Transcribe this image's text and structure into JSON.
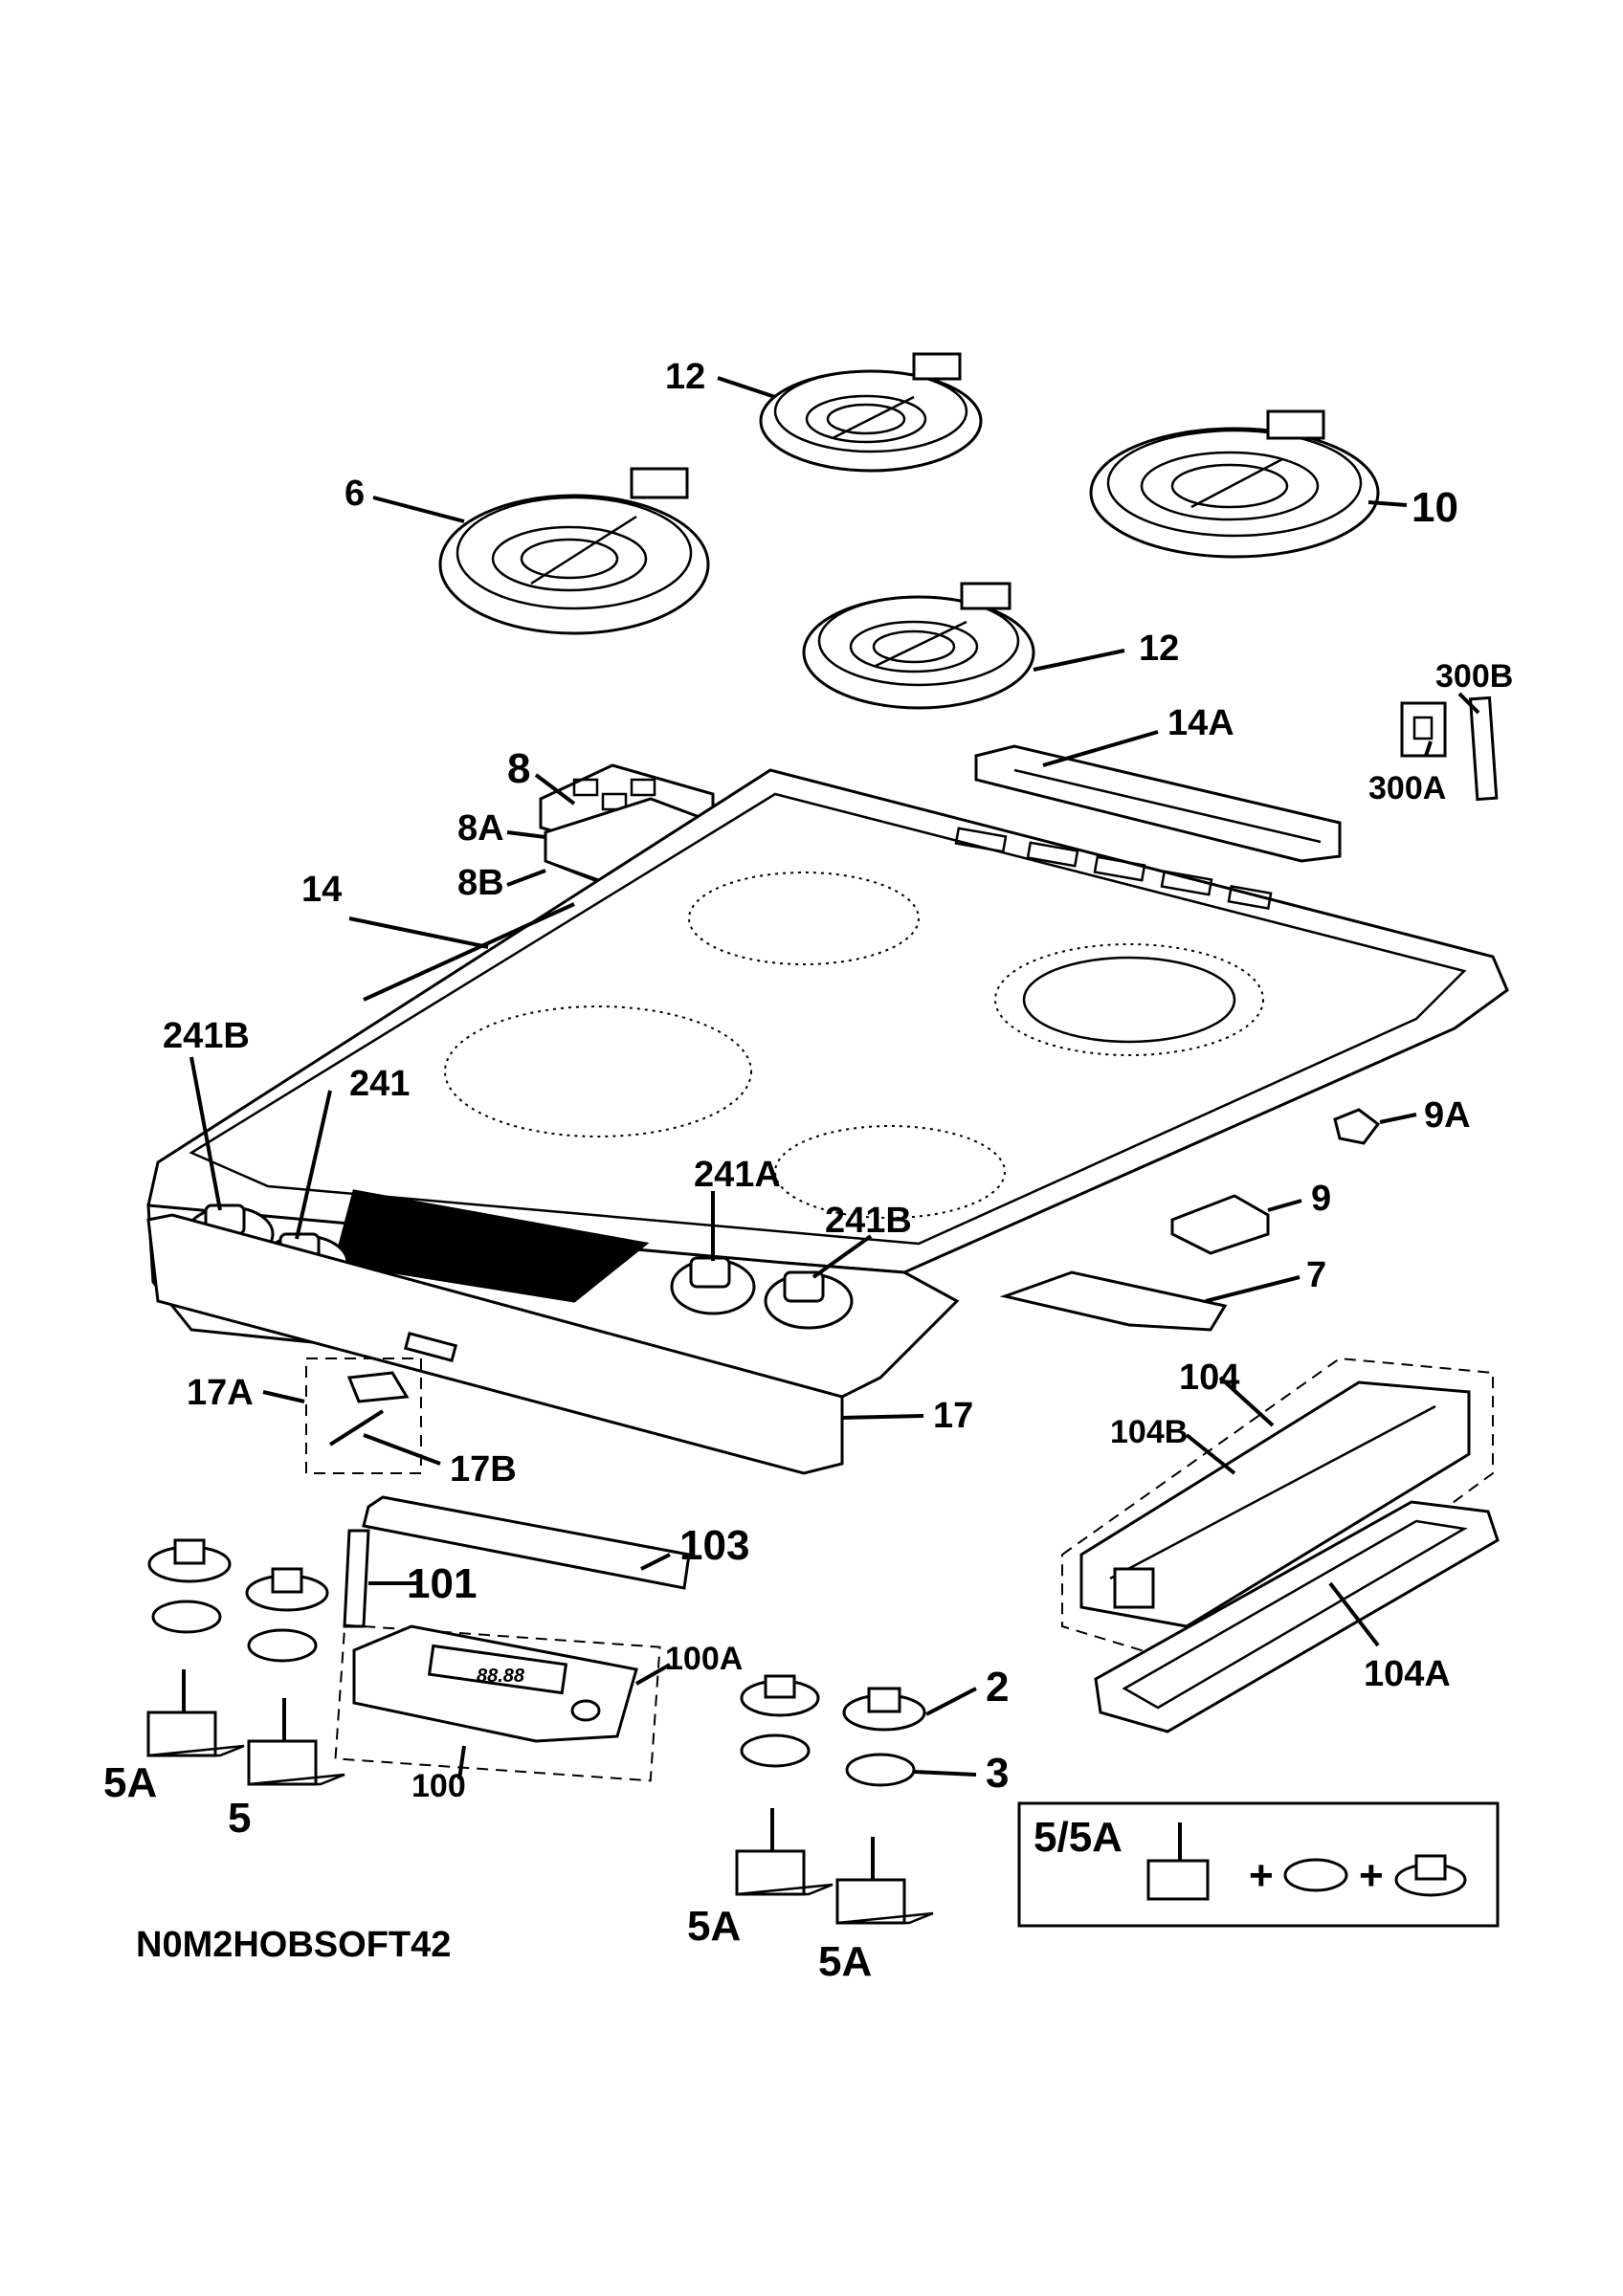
{
  "diagram_code": "N0M2HOBSOFT42",
  "legend": {
    "title": "5/5A",
    "plus": "+"
  },
  "display_reading": "88.88",
  "labels": {
    "p12a": "12",
    "p6": "6",
    "p10": "10",
    "p12b": "12",
    "p300b": "300B",
    "p300a": "300A",
    "p14a": "14A",
    "p8": "8",
    "p8a": "8A",
    "p8b": "8B",
    "p14": "14",
    "p241b_left": "241B",
    "p241": "241",
    "p241a": "241A",
    "p241b_right": "241B",
    "p9a": "9A",
    "p9": "9",
    "p7": "7",
    "p17a": "17A",
    "p17": "17",
    "p17b": "17B",
    "p104": "104",
    "p104b": "104B",
    "p104a": "104A",
    "p103": "103",
    "p101": "101",
    "p100a": "100A",
    "p100": "100",
    "p2": "2",
    "p3": "3",
    "p5a_left": "5A",
    "p5_left": "5",
    "p5a_mid1": "5A",
    "p5a_mid2": "5A"
  }
}
